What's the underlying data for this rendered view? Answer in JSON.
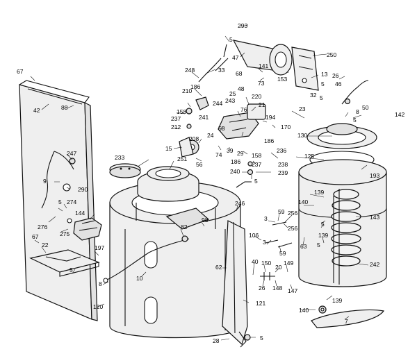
{
  "callouts": [
    {
      "id": "c293",
      "text": "293"
    },
    {
      "id": "c5a",
      "text": "5"
    },
    {
      "id": "c47",
      "text": "47"
    },
    {
      "id": "c250",
      "text": "250"
    },
    {
      "id": "c33",
      "text": "33"
    },
    {
      "id": "c141",
      "text": "141"
    },
    {
      "id": "c68",
      "text": "68"
    },
    {
      "id": "c153",
      "text": "153"
    },
    {
      "id": "c73",
      "text": "73"
    },
    {
      "id": "c13",
      "text": "13"
    },
    {
      "id": "c26a",
      "text": "26"
    },
    {
      "id": "c5b",
      "text": "5"
    },
    {
      "id": "c248",
      "text": "248"
    },
    {
      "id": "c186a",
      "text": "186"
    },
    {
      "id": "c48",
      "text": "48"
    },
    {
      "id": "c46",
      "text": "46"
    },
    {
      "id": "c32",
      "text": "32"
    },
    {
      "id": "c5c",
      "text": "5"
    },
    {
      "id": "c210",
      "text": "210"
    },
    {
      "id": "c25",
      "text": "25"
    },
    {
      "id": "c220",
      "text": "220"
    },
    {
      "id": "c243",
      "text": "243"
    },
    {
      "id": "c50",
      "text": "50"
    },
    {
      "id": "c21",
      "text": "21"
    },
    {
      "id": "c244",
      "text": "244"
    },
    {
      "id": "c76",
      "text": "76"
    },
    {
      "id": "c23",
      "text": "23"
    },
    {
      "id": "c158a",
      "text": "158"
    },
    {
      "id": "c8a",
      "text": "8"
    },
    {
      "id": "c142",
      "text": "142"
    },
    {
      "id": "c241",
      "text": "241"
    },
    {
      "id": "c5d",
      "text": "5"
    },
    {
      "id": "c237a",
      "text": "237"
    },
    {
      "id": "c194",
      "text": "194"
    },
    {
      "id": "c170",
      "text": "170"
    },
    {
      "id": "c212",
      "text": "212"
    },
    {
      "id": "c58",
      "text": "58"
    },
    {
      "id": "c130",
      "text": "130"
    },
    {
      "id": "c24",
      "text": "24"
    },
    {
      "id": "c186b",
      "text": "186"
    },
    {
      "id": "c208",
      "text": "208"
    },
    {
      "id": "c39",
      "text": "39"
    },
    {
      "id": "c15",
      "text": "15"
    },
    {
      "id": "c74",
      "text": "74"
    },
    {
      "id": "c29",
      "text": "29"
    },
    {
      "id": "c158b",
      "text": "158"
    },
    {
      "id": "c236",
      "text": "236"
    },
    {
      "id": "c56",
      "text": "56"
    },
    {
      "id": "c186c",
      "text": "186"
    },
    {
      "id": "c237b",
      "text": "237"
    },
    {
      "id": "c238",
      "text": "238"
    },
    {
      "id": "c125",
      "text": "125"
    },
    {
      "id": "c233",
      "text": "233"
    },
    {
      "id": "c251",
      "text": "251"
    },
    {
      "id": "c240",
      "text": "240"
    },
    {
      "id": "c239",
      "text": "239"
    },
    {
      "id": "c193",
      "text": "193"
    },
    {
      "id": "c5e",
      "text": "5"
    },
    {
      "id": "c67a",
      "text": "67"
    },
    {
      "id": "c42",
      "text": "42"
    },
    {
      "id": "c88",
      "text": "88"
    },
    {
      "id": "c247",
      "text": "247"
    },
    {
      "id": "c9",
      "text": "9"
    },
    {
      "id": "c290",
      "text": "290"
    },
    {
      "id": "c5f",
      "text": "5"
    },
    {
      "id": "c274",
      "text": "274"
    },
    {
      "id": "c144",
      "text": "144"
    },
    {
      "id": "c276",
      "text": "276"
    },
    {
      "id": "c275",
      "text": "275"
    },
    {
      "id": "c67b",
      "text": "67"
    },
    {
      "id": "c22",
      "text": "22"
    },
    {
      "id": "c197",
      "text": "197"
    },
    {
      "id": "c5g",
      "text": "5"
    },
    {
      "id": "c82",
      "text": "82"
    },
    {
      "id": "c98",
      "text": "98"
    },
    {
      "id": "c246",
      "text": "246"
    },
    {
      "id": "c139a",
      "text": "139"
    },
    {
      "id": "c140a",
      "text": "140"
    },
    {
      "id": "c59a",
      "text": "59"
    },
    {
      "id": "c3a",
      "text": "3"
    },
    {
      "id": "c256a",
      "text": "256"
    },
    {
      "id": "c5h",
      "text": "5"
    },
    {
      "id": "c256b",
      "text": "256"
    },
    {
      "id": "c143",
      "text": "143"
    },
    {
      "id": "c106",
      "text": "106"
    },
    {
      "id": "c3b",
      "text": "3"
    },
    {
      "id": "c59b",
      "text": "59"
    },
    {
      "id": "c63",
      "text": "63"
    },
    {
      "id": "c139b",
      "text": "139"
    },
    {
      "id": "c5i",
      "text": "5"
    },
    {
      "id": "c62",
      "text": "62"
    },
    {
      "id": "c40",
      "text": "40"
    },
    {
      "id": "c150",
      "text": "150"
    },
    {
      "id": "c149",
      "text": "149"
    },
    {
      "id": "c20",
      "text": "20"
    },
    {
      "id": "c242",
      "text": "242"
    },
    {
      "id": "c8b",
      "text": "8"
    },
    {
      "id": "c10",
      "text": "10"
    },
    {
      "id": "c26b",
      "text": "26"
    },
    {
      "id": "c148",
      "text": "148"
    },
    {
      "id": "c147",
      "text": "147"
    },
    {
      "id": "c139c",
      "text": "139"
    },
    {
      "id": "c120",
      "text": "120"
    },
    {
      "id": "c121",
      "text": "121"
    },
    {
      "id": "c140b",
      "text": "140"
    },
    {
      "id": "c7",
      "text": "7"
    },
    {
      "id": "c28",
      "text": "28"
    },
    {
      "id": "c5j",
      "text": "5"
    }
  ]
}
